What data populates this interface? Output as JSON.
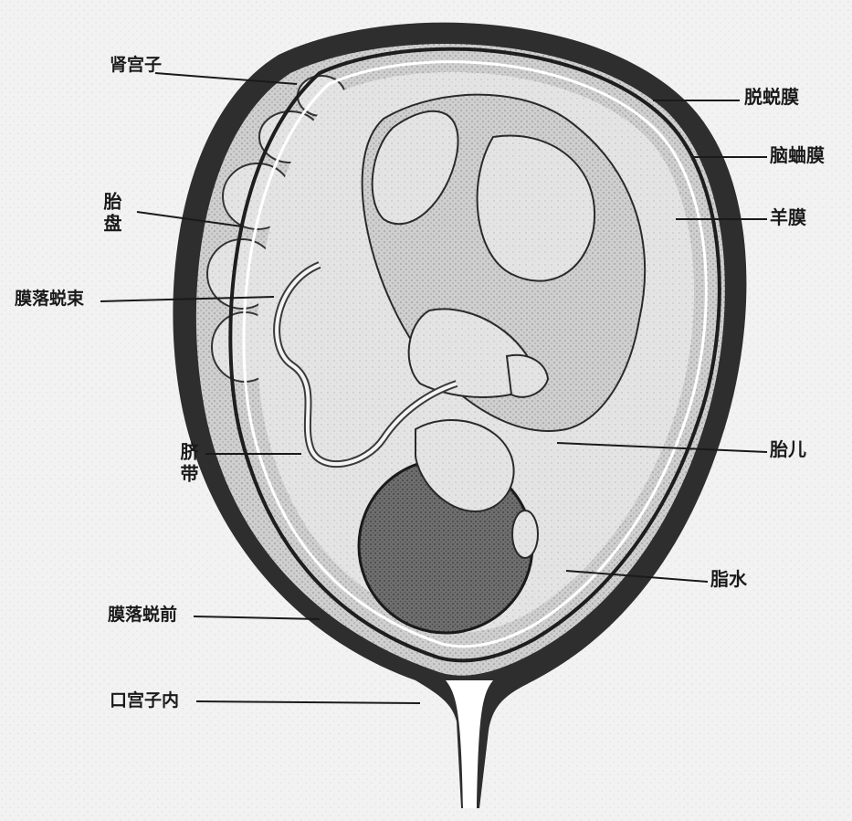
{
  "figure": {
    "labels": {
      "uterus": "肾宫子",
      "chorion": "脱蜕膜",
      "decidua_vera": "脑蛐膜",
      "amnion": "羊膜",
      "placenta": "胎盘",
      "decidua_capsularis": "膜落蜕束",
      "umbilical_cord": "脐带",
      "fetus": "胎儿",
      "amniotic_fluid": "脂水",
      "decidua_parietalis": "膜落蜕前",
      "internal_os": "口宫子内"
    }
  }
}
